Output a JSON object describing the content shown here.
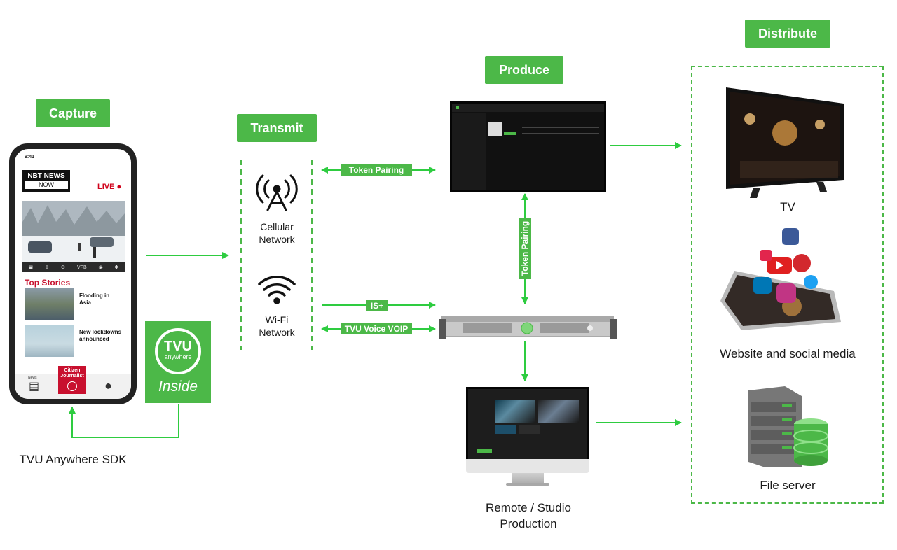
{
  "stages": {
    "capture": "Capture",
    "transmit": "Transmit",
    "produce": "Produce",
    "distribute": "Distribute"
  },
  "phone": {
    "time": "9:41",
    "brand_line1": "NBT NEWS",
    "brand_line2": "NOW",
    "live": "LIVE",
    "toolbar_text": "VFB",
    "section_title": "Top Stories",
    "stories": [
      {
        "headline": "Flooding in Asia"
      },
      {
        "headline": "New lockdowns announced"
      }
    ],
    "nav_news": "News",
    "citizen_journalist": "Citizen Journalist"
  },
  "sdk_badge": {
    "logo": "TVU",
    "logo_sub": "anywhere",
    "inside": "Inside",
    "caption": "TVU Anywhere SDK"
  },
  "transmit": {
    "cellular": "Cellular Network",
    "wifi": "Wi-Fi Network"
  },
  "links": {
    "token_pairing_h": "Token Pairing",
    "token_pairing_v": "Token Pairing",
    "is_plus": "IS+",
    "voice_voip": "TVU Voice VOIP"
  },
  "production": {
    "remote_studio": "Remote / Studio Production"
  },
  "distribute": {
    "tv": "TV",
    "web_social": "Website and social media",
    "file_server": "File server"
  },
  "colors": {
    "accent_green": "#4cb848",
    "arrow_green": "#2ecc40"
  }
}
